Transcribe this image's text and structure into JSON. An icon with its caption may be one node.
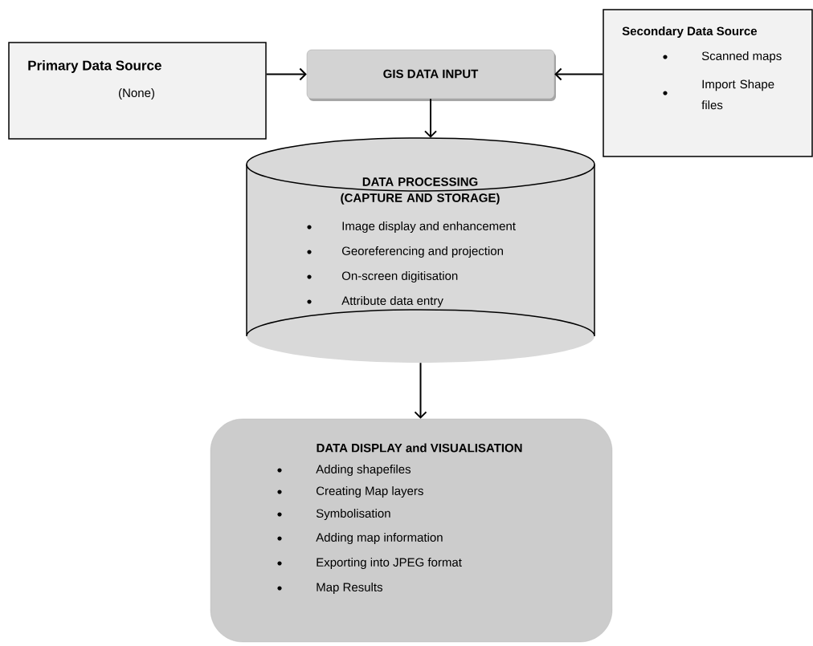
{
  "diagram": {
    "nodes": [
      {
        "text": [
          "Primary Data Source",
          "(None)"
        ]
      },
      {
        "text": [
          "GIS DATA INPUT"
        ]
      },
      {
        "text": [
          "Secondary Data Source",
          "Scanned maps",
          "Import Shape files"
        ]
      },
      {
        "text": [
          "DATA PROCESSING (CAPTURE AND STORAGE)",
          "Image display and enhancement",
          "Georeferencing and projection",
          "On-screen digitisation",
          "Attribute data entry"
        ]
      },
      {
        "text": [
          "DATA DISPLAY and VISUALISATION",
          "Adding shapefiles",
          "Creating Map layers",
          "Symbolisation",
          "Adding map information",
          "Exporting into JPEG format",
          "Map Results"
        ]
      }
    ],
    "edges": [
      {
        "from": 0,
        "to": 1,
        "arrow": "to"
      },
      {
        "from": 2,
        "to": 1,
        "arrow": "to"
      },
      {
        "from": 1,
        "to": 3,
        "arrow": "to"
      },
      {
        "from": 3,
        "to": 4,
        "arrow": "to"
      }
    ]
  }
}
